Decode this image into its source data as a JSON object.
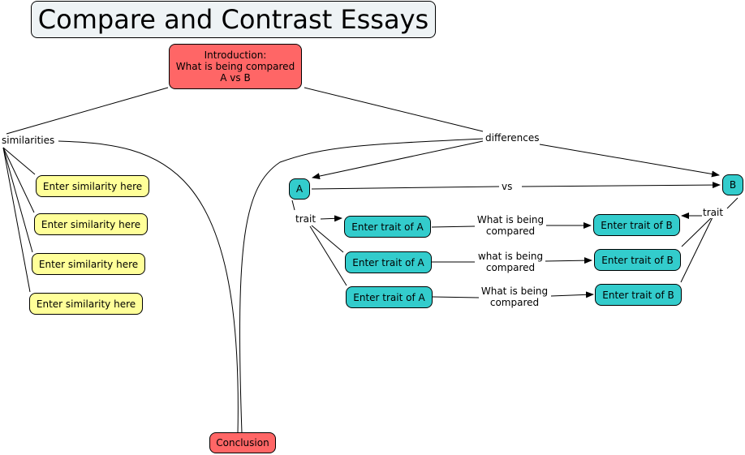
{
  "title": "Compare and Contrast Essays",
  "intro": {
    "line1": "Introduction:",
    "line2": "What is being compared",
    "line3": "A vs B"
  },
  "conclusion": "Conclusion",
  "similarities": {
    "label": "similarities",
    "items": [
      "Enter similarity here",
      "Enter similarity here",
      "Enter similarity here",
      "Enter similarity here"
    ]
  },
  "differences": {
    "label": "differences",
    "a_label": "A",
    "b_label": "B",
    "vs_label": "vs",
    "trait_label_a": "trait",
    "trait_label_b": "trait",
    "rows": [
      {
        "a": "Enter trait of A",
        "link1": "What is being",
        "link2": "compared",
        "b": "Enter trait of B"
      },
      {
        "a": "Enter trait of A",
        "link1": "what is being",
        "link2": "compared",
        "b": "Enter trait of B"
      },
      {
        "a": "Enter trait of A",
        "link1": "What is being",
        "link2": "compared",
        "b": "Enter trait of B"
      }
    ]
  },
  "colors": {
    "title_bg": "#eef3f5",
    "red": "#ff6666",
    "yellow": "#ffff99",
    "teal": "#33cccc"
  }
}
